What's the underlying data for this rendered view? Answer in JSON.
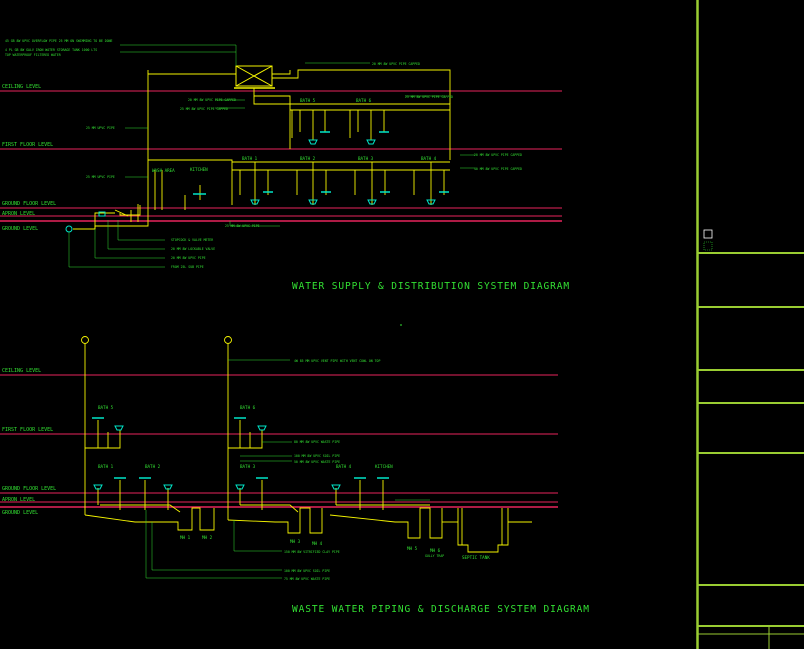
{
  "supply": {
    "title": "WATER SUPPLY & DISTRIBUTION SYSTEM DIAGRAM",
    "levels": [
      "CEILING LEVEL",
      "FIRST FLOOR LEVEL",
      "GROUND FLOOR LEVEL",
      "APRON LEVEL",
      "GROUND LEVEL"
    ],
    "rooms": [
      "BATH 5",
      "BATH 6",
      "WASH AREA",
      "KITCHEN",
      "BATH 1",
      "BATH 2",
      "BATH 3",
      "BATH 4"
    ],
    "notes": [
      "45 GB 8W UPVC OVERFLOW PIPE 25 MM ON SWIMMING TO BE DONE",
      "4 PL GB 8W GALV IRON WATER STORAGE TANK 1000 LTS",
      "TOP WATERPROOF FILTERED WATER",
      "20 MM 8W UPVC PIPE CAPPED",
      "20 MM 8W UPVC PIPE CAPPED",
      "25 MM 8W UPVC PIPE CAPPED",
      "25 MM 8W UPVC PIPE CAPPED",
      "25 MM UPVC PIPE",
      "25 MM UPVC PIPE",
      "20 MM 8W UPVC PIPE CAPPED",
      "40 MM 8W UPVC PIPE CAPPED",
      "25 MM 8W UPVC PIPE",
      "STOPCOCK & VALVE METER",
      "20 MM 8W LOCKABLE VALVE",
      "20 MM 8W UPVC PIPE",
      "FROM 25L SUB PIPE"
    ]
  },
  "waste": {
    "title": "WASTE WATER PIPING & DISCHARGE SYSTEM DIAGRAM",
    "levels": [
      "CEILING LEVEL",
      "FIRST FLOOR LEVEL",
      "GROUND FLOOR LEVEL",
      "APRON LEVEL",
      "GROUND LEVEL"
    ],
    "rooms": [
      "BATH 5",
      "BATH 6",
      "BATH 1",
      "BATH 2",
      "BATH 3",
      "BATH 4",
      "KITCHEN"
    ],
    "manholes": [
      "MH 1",
      "MH 2",
      "MH 3",
      "MH 4",
      "MH 5",
      "MH 6"
    ],
    "septic": "SEPTIC TANK",
    "notes": [
      "4W 85 MM UPVC VENT PIPE WITH VENT COWL ON TOP",
      "80 MM 8W UPVC WASTE PIPE",
      "100 MM 8W UPVC SOIL PIPE",
      "50 MM 8W UPVC WASTE PIPE",
      "150 MM 8W VITRIFIED CLAY PIPE",
      "100 MM 8W UPVC SOIL PIPE",
      "75 MM 8W UPVC WASTE PIPE",
      "GULLY TRAP"
    ]
  },
  "colors": {
    "level_line": "#e8245c",
    "pipe": "#f5f500",
    "text": "#33e033",
    "fixture": "#00e5c8",
    "frame": "#9acd32"
  }
}
